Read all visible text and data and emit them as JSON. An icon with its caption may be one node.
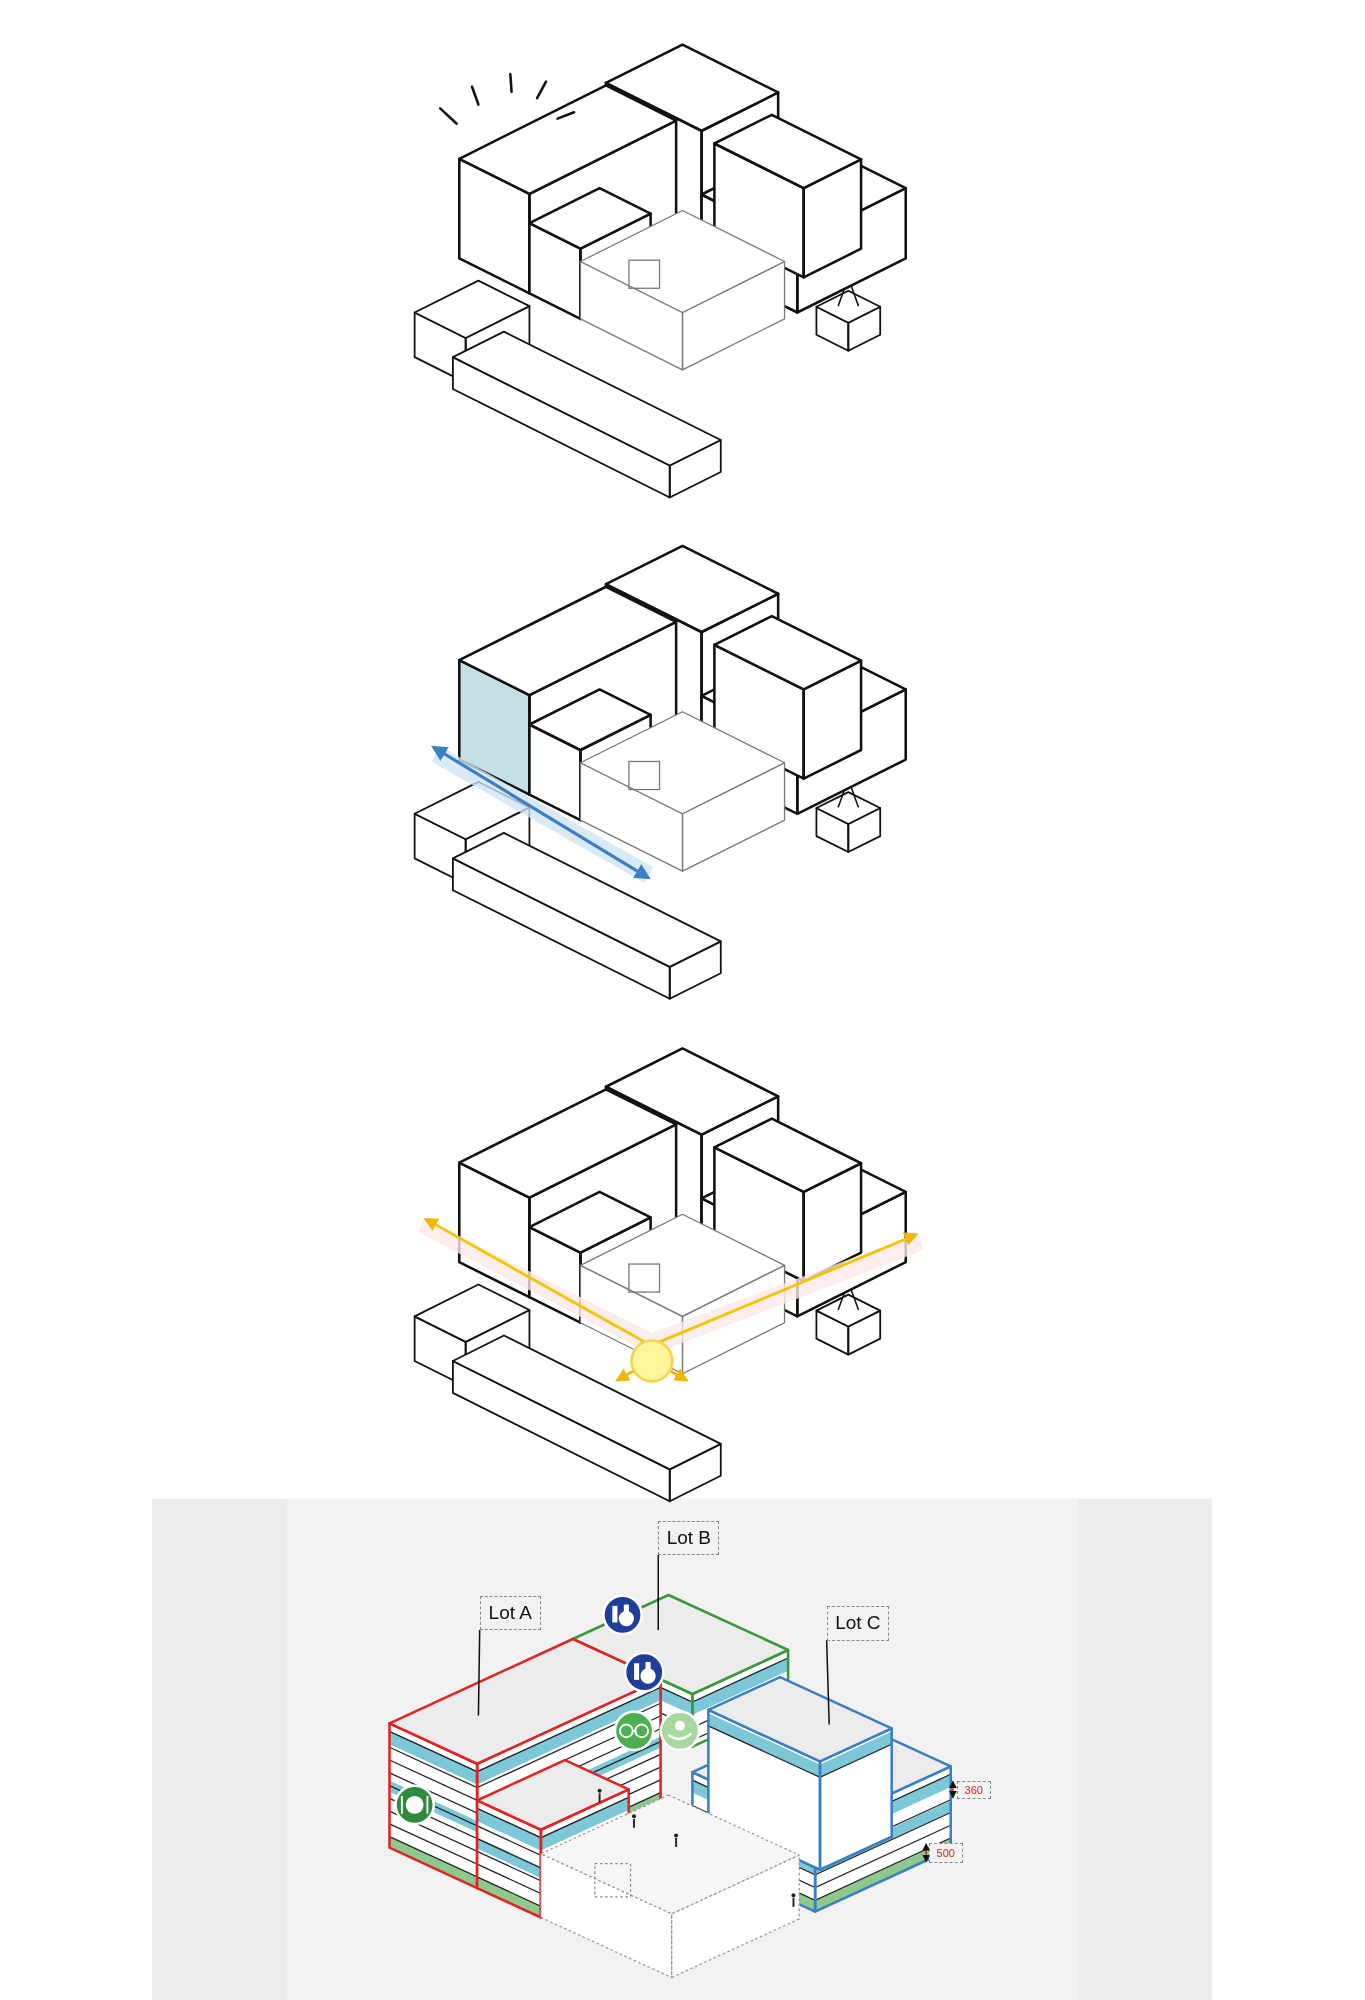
{
  "diagram": {
    "nodes": [
      {
        "text": [
          "Lot A"
        ]
      },
      {
        "text": [
          "Lot B"
        ]
      },
      {
        "text": [
          "Lot C"
        ]
      },
      {
        "text": [],
        "shape": "box"
      },
      {
        "text": [],
        "shape": "box"
      },
      {
        "text": [],
        "shape": "box"
      }
    ],
    "edges": [
      {
        "from": 0,
        "to": 3,
        "arrow": "none"
      },
      {
        "from": 1,
        "to": 4,
        "arrow": "none"
      },
      {
        "from": 2,
        "to": 5,
        "arrow": "none"
      }
    ],
    "labels": [
      "360",
      "500"
    ]
  }
}
